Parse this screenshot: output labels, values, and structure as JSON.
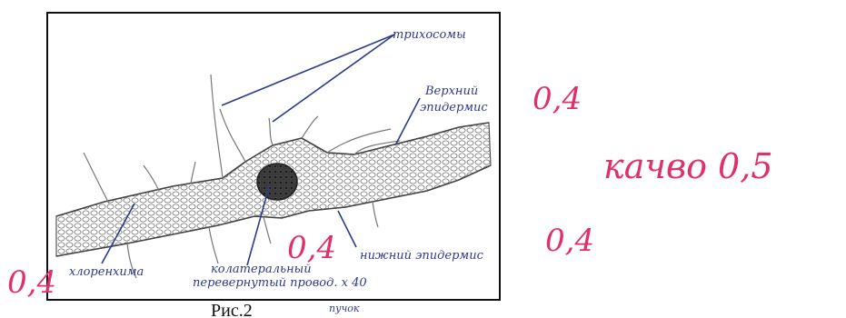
{
  "figure": {
    "caption": "Рис.2",
    "labels": {
      "trichomes": "трихосомы",
      "upper_epidermis_1": "Верхний",
      "upper_epidermis_2": "эпидермис",
      "chlorenchyma": "хлоренхима",
      "lower_epidermis": "нижний эпидермис",
      "bundle_1": "колатеральный",
      "bundle_2": "перевернутый провод. х 40",
      "bundle_3": "пучок"
    }
  },
  "grades": {
    "upper_epidermis": "0,4",
    "chlorenchyma": "0,4",
    "bundle": "0,4",
    "lower_epidermis": "0,4",
    "quality": "качво 0,5"
  },
  "colors": {
    "pen_blue": "#2d3a8c",
    "pen_red": "#e0306a",
    "pencil": "#777777",
    "frame": "#111111"
  }
}
